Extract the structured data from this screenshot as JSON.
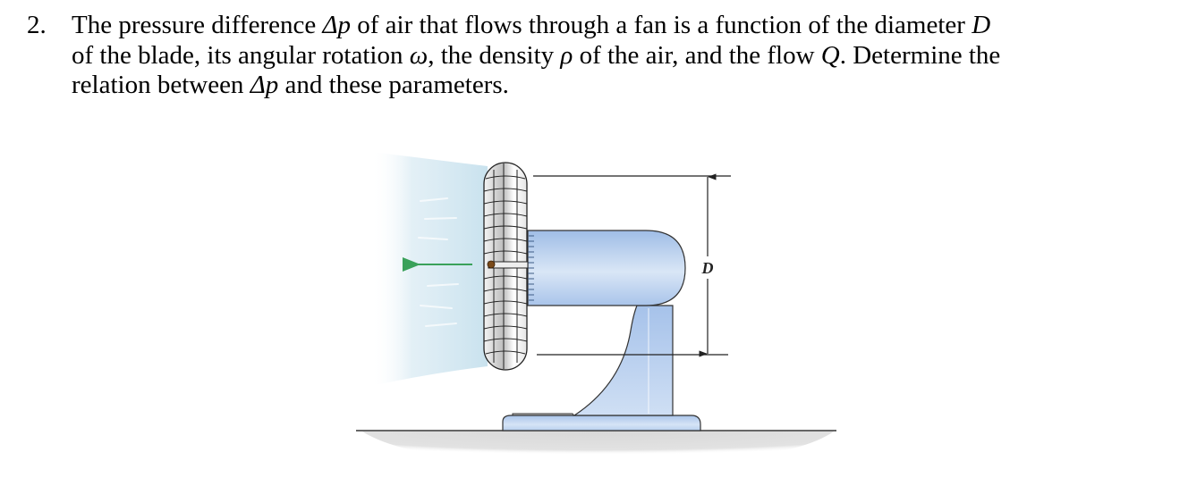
{
  "problem": {
    "number": "2.",
    "lines": [
      {
        "a": "The pressure difference ",
        "sym1": "Δp",
        "b": " of air that flows through a fan is a function of the diameter ",
        "sym2": "D"
      },
      {
        "a": "of the blade, its angular rotation ",
        "sym1": "ω",
        "b": ", the density ",
        "sym2": "ρ",
        "c": " of the air, and the flow ",
        "sym3": "Q",
        "d": ". Determine the"
      },
      {
        "a": "relation between ",
        "sym1": "Δp",
        "b": " and these parameters."
      }
    ]
  },
  "figure": {
    "dimension_label": "D",
    "colors": {
      "fan_body": "#b9d0ee",
      "fan_body_highlight": "#dde8f7",
      "air_stream": "#cfe6f1",
      "flow_arrow": "#3aa15a",
      "ground": "#d9d9d9",
      "outline": "#222222"
    }
  }
}
